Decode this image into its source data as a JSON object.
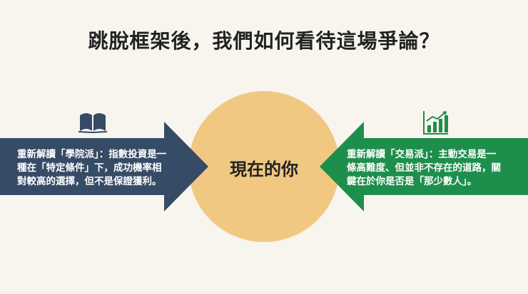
{
  "title": "跳脫框架後，我們如何看待這場爭論？",
  "center": {
    "label": "現在的你"
  },
  "left": {
    "icon": "open-book-icon",
    "lines": [
      "重新解讀「學院派」：指數投資是一",
      "種在「特定條件」下，成功機率相",
      "對較高的選擇，但不是保證獲利。"
    ]
  },
  "right": {
    "icon": "bar-chart-growth-icon",
    "lines": [
      "重新解讀「交易派」：主動交易是一",
      "條高難度、但並非不存在的道路，關",
      "鍵在於你是否是「那少數人」。"
    ]
  },
  "colors": {
    "background": "#f8f5ee",
    "left_arrow": "#354b66",
    "right_arrow": "#1e8e4c",
    "circle": "#f0c882"
  }
}
